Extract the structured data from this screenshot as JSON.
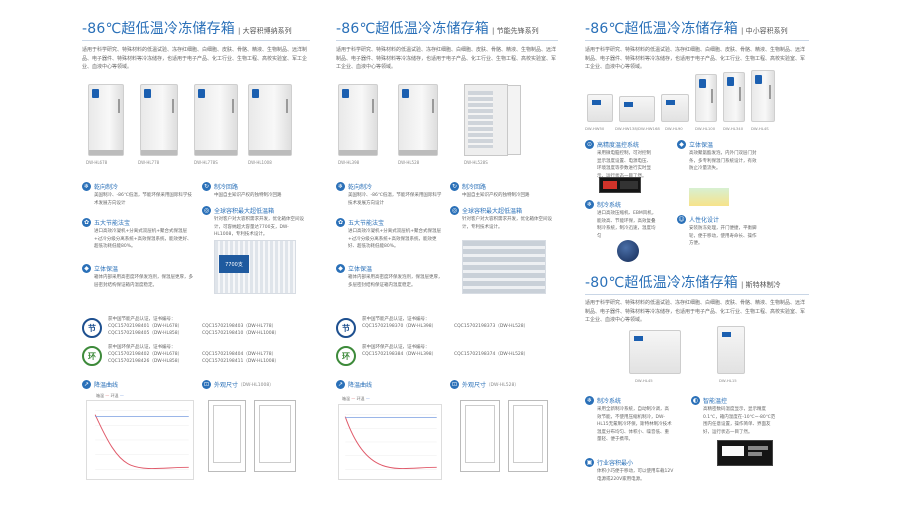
{
  "col1": {
    "title_main": "-86℃超低温冷冻储存箱",
    "title_sub": "| 大容积博纳系列",
    "desc": "适用于科学研究、特殊材料的低温试验、冻存红细胞、白细胞、皮肤、骨骼、精液、生物制品、远洋制品、电子器件、特殊材料等冷冻储存，也适用于电子产品、化工行业、生物工程、高校实验室、军工企业、血液中心等领域。",
    "models": [
      "DW-HL678",
      "DW-HL778",
      "DW-HL778S",
      "DW-HL1008"
    ],
    "features": [
      {
        "title": "乾向制冷",
        "text": "美国制冷、-86℃低温，节能环保采用国际科学技术发展方向设计"
      },
      {
        "title": "五大节能法宝",
        "text": "进口高效冷凝机+分离式双层机+聚合式保温层+过冷分级分离系统+高效保温系统，能效更好、超低功耗低能80%。"
      },
      {
        "title": "立体保温",
        "text": "箱体内部采用高密度环保发泡剂，保温层更厚，多层密封结构保证箱内温度稳定。"
      }
    ],
    "features_right": [
      {
        "title": "制冷回路",
        "text": "中国自主知识产权的独特制冷回路"
      },
      {
        "title": "全球容积最大超低温箱",
        "text": "针对客户对大容积需求开发，优化箱体空间设计，可容纳超大容量达7700支，DW-HL1008，专利技术设计。"
      }
    ],
    "capacity_badge": "7700支",
    "certs_a": [
      "获中国节能产品认证，证书编号：",
      "CQC15702198401（DW-HL678）",
      "CQC15702198405（DW-HL858）"
    ],
    "certs_b": [
      "CQC15702198403（DW-HL778）",
      "CQC15702198410（DW-HL1008）"
    ],
    "certs_c": [
      "获中国环保产品认证，证书编号：",
      "CQC15702198402（DW-HL678）",
      "CQC15702198426（DW-HL858）"
    ],
    "certs_d": [
      "CQC15702198404（DW-HL778）",
      "CQC15702198411（DW-HL1008）"
    ],
    "curve_title": "降温曲线",
    "curve_legend_a": "箱温",
    "curve_legend_b": "环温",
    "dim_title": "外观尺寸",
    "dim_model": "（DW-HL1008）"
  },
  "col2": {
    "title_main": "-86℃超低温冷冻储存箱",
    "title_sub": "| 节能先锋系列",
    "desc": "适用于科学研究、特殊材料的低温试验、冻存红细胞、白细胞、皮肤、骨骼、精液、生物制品、远洋制品、电子器件、特殊材料等冷冻储存，也适用于电子产品、化工行业、生物工程、高校实验室、军工企业、血液中心等领域。",
    "models": [
      "DW-HL398",
      "DW-HL528",
      "DW-HL528S"
    ],
    "features": [
      {
        "title": "乾向制冷",
        "text": "美国制冷、-86℃低温，节能环保采用国际科学技术发展方向设计"
      },
      {
        "title": "五大节能法宝",
        "text": "进口高效冷凝机+分离式双层机+聚合式保温层+过冷分级分离系统+高效保温系统，能效更好、超低功耗低能80%。"
      },
      {
        "title": "立体保温",
        "text": "箱体内部采用高密度环保发泡剂，保温层更厚，多层密封结构保证箱内温度稳定。"
      }
    ],
    "features_right": [
      {
        "title": "制冷回路",
        "text": "中国自主知识产权的独特制冷回路"
      },
      {
        "title": "全球容积最大超低温箱",
        "text": "针对客户对大容积需求开发，优化箱体空间设计，专利技术设计。"
      }
    ],
    "certs_a": [
      "获中国节能产品认证，证书编号：",
      "CQC15702198370（DW-HL398）"
    ],
    "certs_b": [
      "CQC15702198373（DW-HL528）"
    ],
    "certs_c": [
      "获中国环保产品认证，证书编号：",
      "CQC15702198384（DW-HL398）"
    ],
    "certs_d": [
      "CQC15702198374（DW-HL528）"
    ],
    "curve_title": "降温曲线",
    "curve_legend_a": "箱温",
    "curve_legend_b": "环温",
    "dim_title": "外观尺寸",
    "dim_model": "（DW-HL528）"
  },
  "col3": {
    "title_main": "-86℃超低温冷冻储存箱",
    "title_sub": "| 中小容积系列",
    "desc": "适用于科学研究、特殊材料的低温试验、冻存红细胞、白细胞、皮肤、骨骼、精液、生物制品、远洋制品、电子器件、特殊材料等冷冻储存，也适用于电子产品、化工行业、生物工程、高校实验室、军工企业、血液中心等领域。",
    "models": [
      "DW-HW50",
      "DW-HW138/DW-HW168",
      "DW-HL90",
      "DW-HL100",
      "DW-HL340",
      "DW-HL4S"
    ],
    "features": [
      {
        "title": "高精度温控系统",
        "text": "采用微电脑控制，可对控制显示温度设置、电源电压、环境温度等参数进行实时显示，运行状态一目了然。"
      },
      {
        "title": "制冷系统",
        "text": "进口高效压缩机、EBM风机，能效高、节能环保，高效复叠制冷系统，制冷迅速，温度均匀"
      }
    ],
    "features_right": [
      {
        "title": "立体保温",
        "text": "高效聚氨酯发泡，内外门双层门封条，多专利保温门系统设计，有效防止冷量流失。"
      },
      {
        "title": "人性化设计",
        "text": "安装防冻处理，开门便捷，平衡脚轮，便于移动，使用寿命长、操作方便。"
      }
    ],
    "ultra_title_main": "-80℃超低温冷冻储存箱",
    "ultra_title_sub": "| 斯特林制冷",
    "ultra_desc": "适用于科学研究、特殊材料的低温试验、冻存红细胞、白细胞、皮肤、骨骼、精液、生物制品、远洋制品、电子器件、特殊材料等冷冻储存，也适用于电子产品、化工行业、生物工程、高校实验室、军工企业、血液中心等领域。",
    "ultra_models": [
      "DW-HL45",
      "DW-HL15"
    ],
    "ultra_features": [
      {
        "title": "制冷系统",
        "text": "采用全新制冷系统，自动制冷调，高效节能，不使用压缩机制冷，DW-HL15无氟制冷环保，斯特林制冷技术温度分布均匀、体积小、噪音低、重量轻、便于携带。"
      },
      {
        "title": "行业容积最小",
        "text": "体积小巧便于移动，可以使用车载12V电源或220V家用电源。"
      }
    ],
    "ultra_features_right": [
      {
        "title": "智能温控",
        "text": "高精密数码温度显示，显示精度0.1℃，箱内温度在-10℃~-80℃范围内任意设置，操作简单、界面友好，运行状态一目了然。"
      }
    ]
  }
}
